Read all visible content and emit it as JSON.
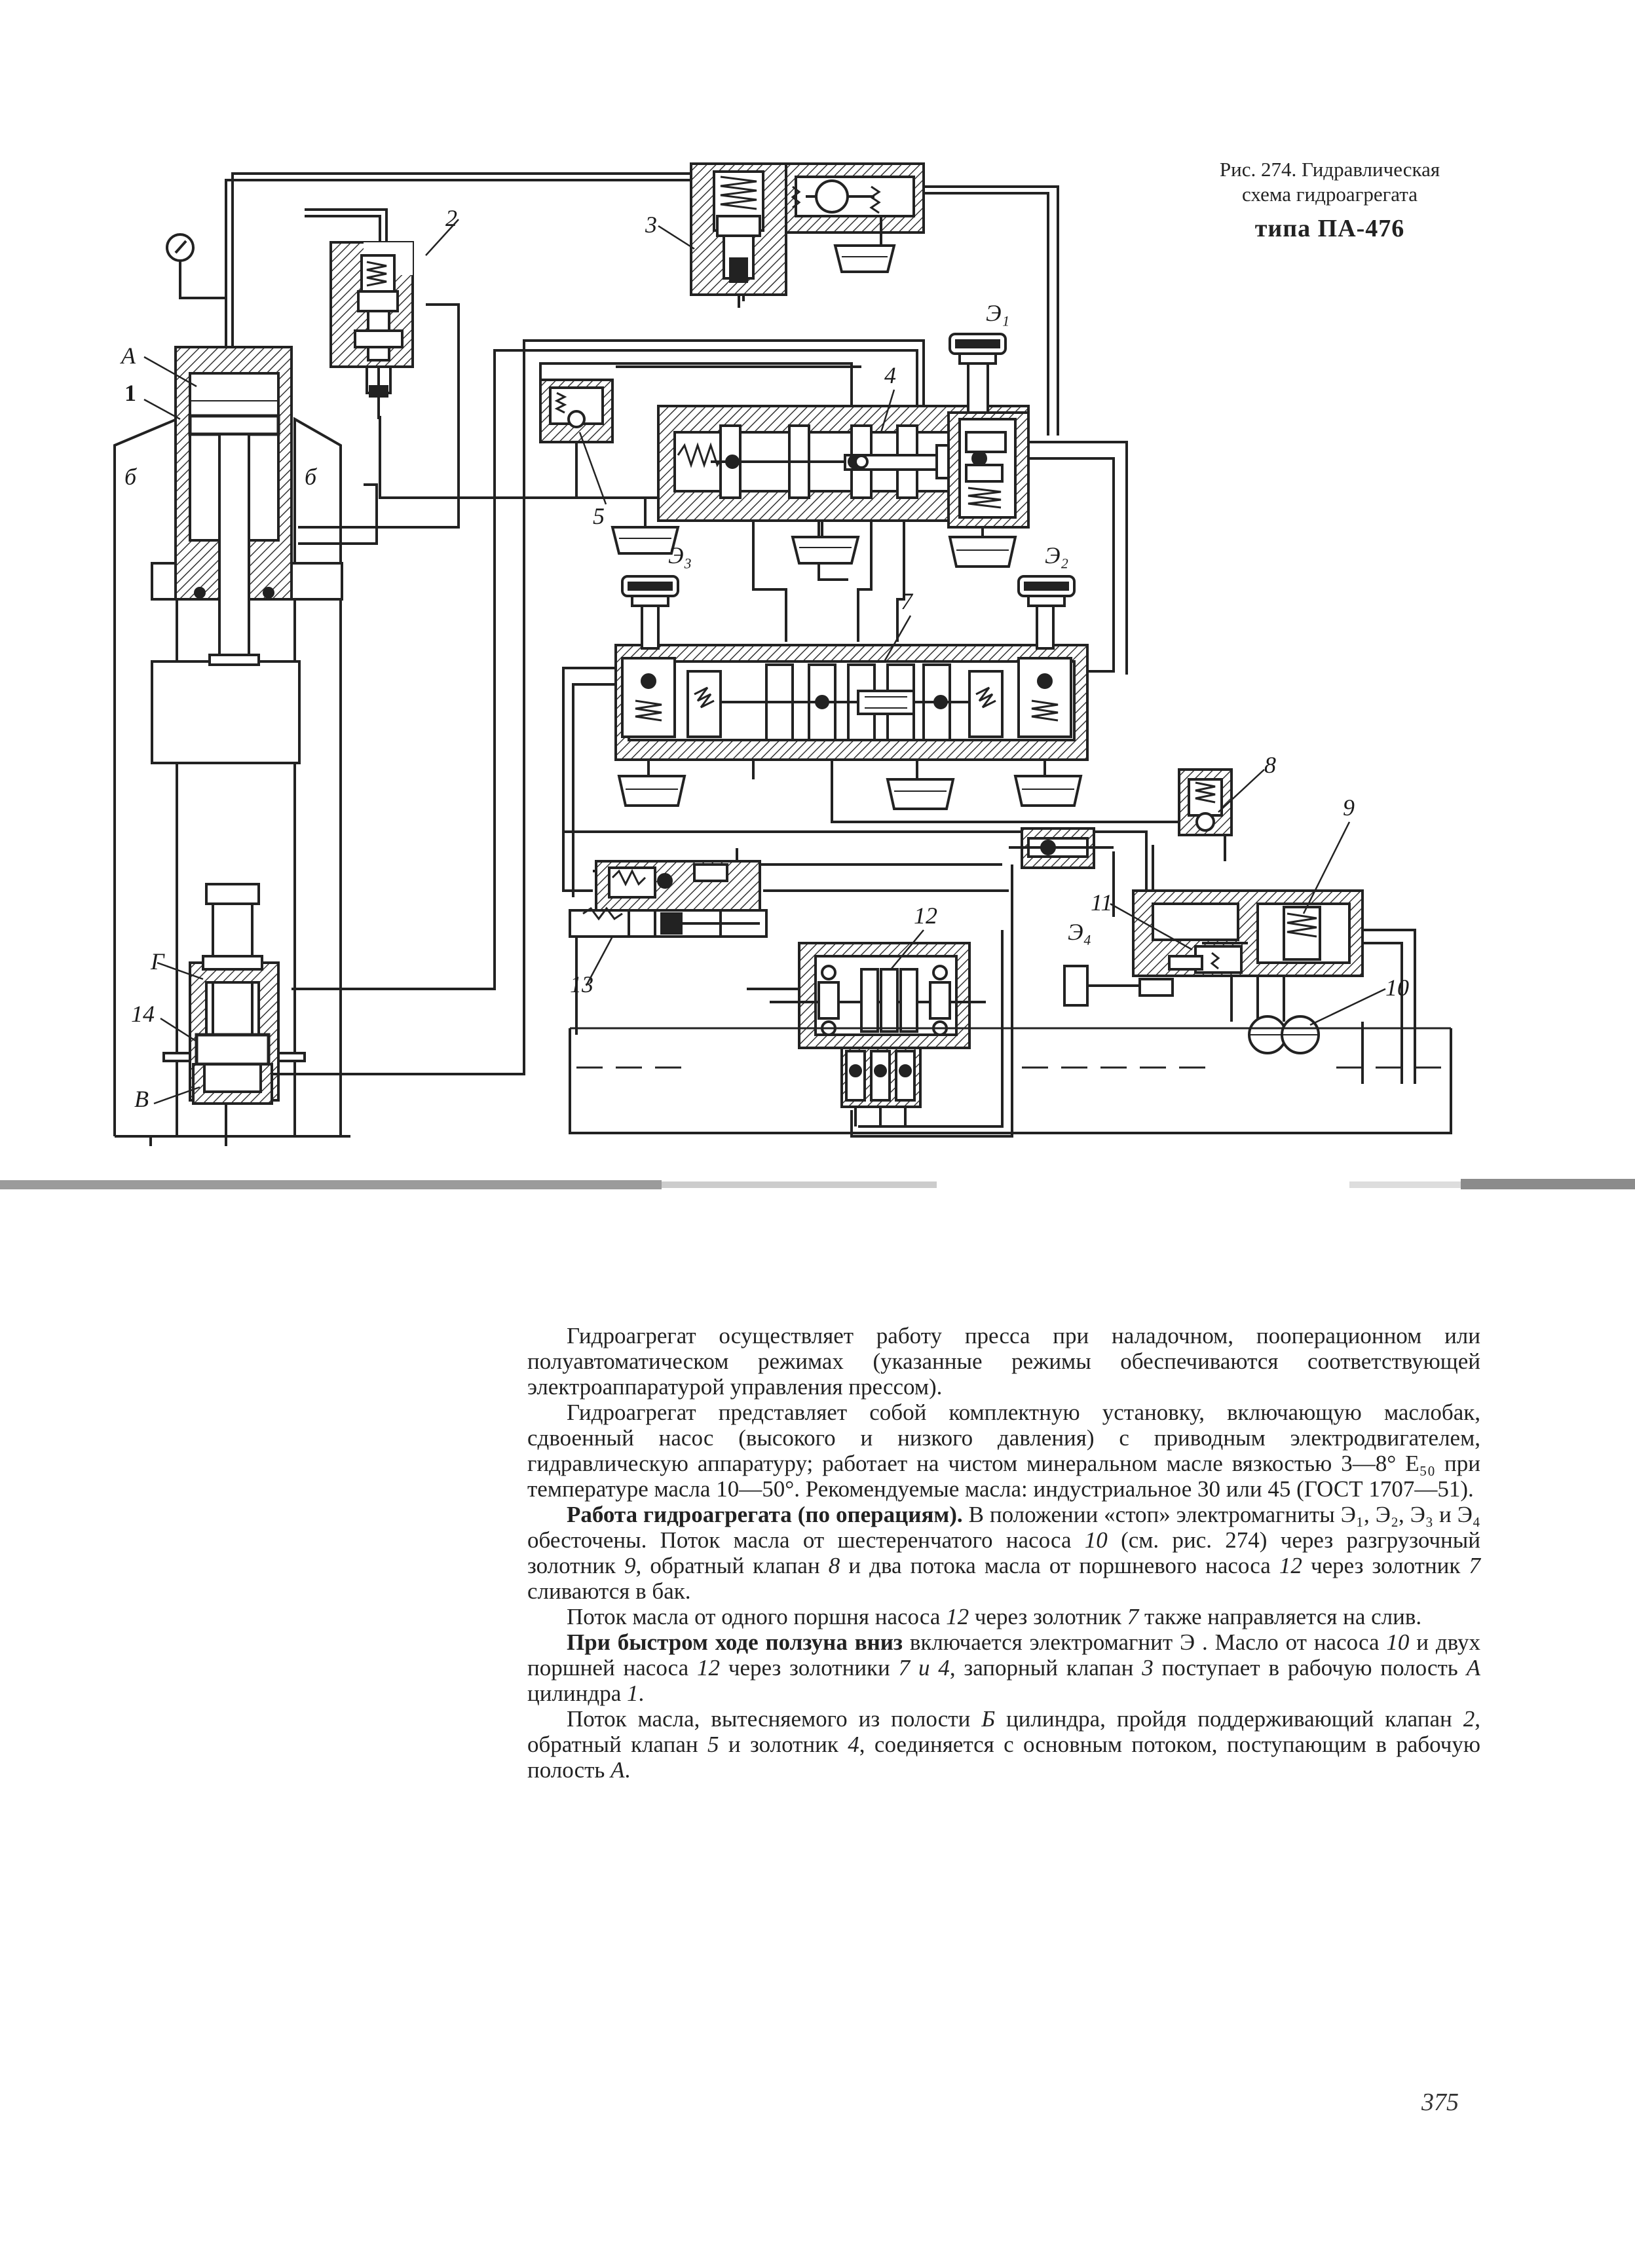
{
  "caption": {
    "line1": "Рис. 274. Гидравлическая",
    "line2": "схема гидроагрегата",
    "line3": "типа ПА-476"
  },
  "labels": {
    "A": "А",
    "one": "1",
    "b_left": "б",
    "b_right": "б",
    "G": "Г",
    "fourteen": "14",
    "V": "В",
    "two": "2",
    "three": "3",
    "four": "4",
    "five": "5",
    "seven": "7",
    "eight": "8",
    "nine": "9",
    "ten": "10",
    "eleven": "11",
    "twelve": "12",
    "thirteen": "13",
    "E1": "Э₁",
    "E2": "Э₂",
    "E3": "Э₃",
    "E4": "Э₄"
  },
  "body": {
    "p1": "Гидроагрегат осуществляет работу пресса при наладочном, пооперационном или полуавтоматическом режимах (указанные режимы обеспечиваются соответствующей электроаппаратурой управления прессом).",
    "p2": "Гидроагрегат представляет собой комплектную установку, включающую маслобак, сдвоенный насос (высокого и низкого давления) с приводным электродвигателем, гидравлическую аппаратуру; работает на чистом минеральном масле вязкостью 3—8° Е₅₀ при температуре масла 10—50°. Рекомендуемые масла: индустриальное 30 или 45 (ГОСТ 1707—51).",
    "p3_bold": "Работа гидроагрегата (по операциям).",
    "p3_a": " В положении «стоп» электромагниты Э₁, Э₂, Э₃ и Э₄ обесточены. Поток масла от шестеренчатого насоса ",
    "p3_n10": "10",
    "p3_b": " (см. рис. 274) через разгрузочный золотник ",
    "p3_n9": "9",
    "p3_c": ", обратный клапан ",
    "p3_n8": "8",
    "p3_d": " и два потока масла от поршневого насоса ",
    "p3_n12": "12",
    "p3_e": " через золотник ",
    "p3_n7": "7",
    "p3_f": " сливаются в бак.",
    "p4_a": "Поток масла от одного поршня насоса ",
    "p4_n12": "12",
    "p4_b": " через золотник ",
    "p4_n7": "7",
    "p4_c": " также направляется на слив.",
    "p5_bold": "При быстром ходе ползуна вниз",
    "p5_a": " включается электромагнит Э . Масло от насоса ",
    "p5_n10": "10",
    "p5_b": " и двух поршней насоса ",
    "p5_n12": "12",
    "p5_c": " через золотники ",
    "p5_n74": "7 и 4",
    "p5_d": ", запорный клапан ",
    "p5_n3": "3",
    "p5_e": " поступает в рабочую полость ",
    "p5_A": "А",
    "p5_f": " цилиндра ",
    "p5_n1": "1",
    "p5_g": ".",
    "p6_a": "Поток масла, вытесняемого из полости ",
    "p6_B": "Б",
    "p6_b": " цилиндра, пройдя поддерживающий клапан ",
    "p6_n2": "2",
    "p6_c": ", обратный клапан ",
    "p6_n5": "5",
    "p6_d": " и золотник ",
    "p6_n4": "4",
    "p6_e": ", соединяется с основным потоком, поступающим в рабочую полость ",
    "p6_A": "А",
    "p6_f": "."
  },
  "page_number": "375"
}
